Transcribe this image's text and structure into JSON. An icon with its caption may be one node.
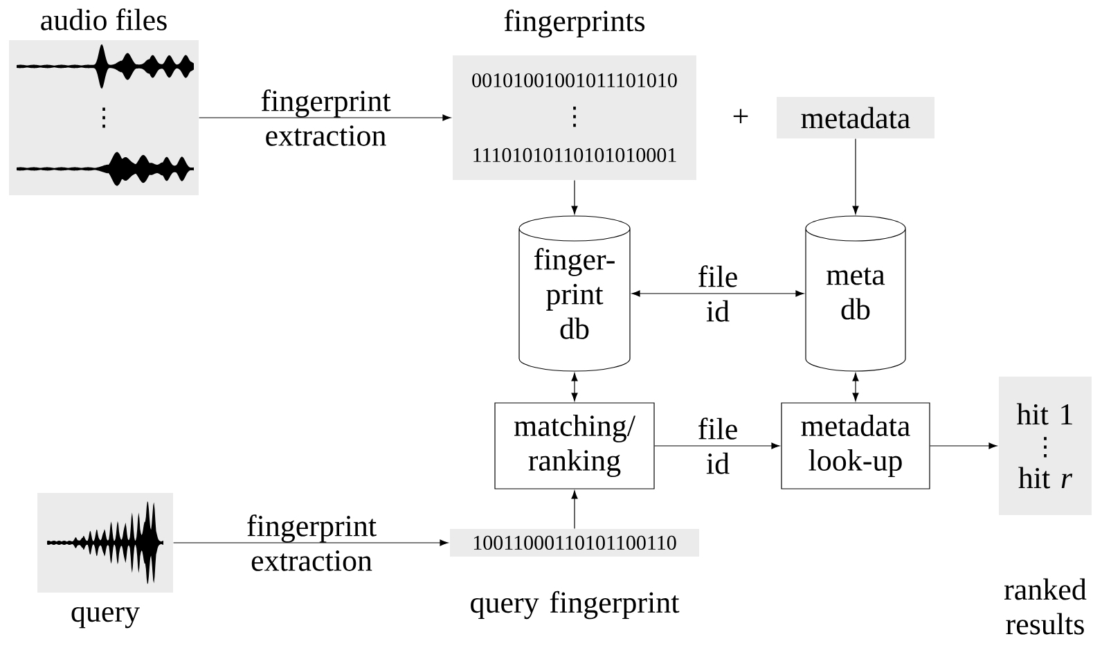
{
  "diagram": {
    "nodes": [
      {
        "text": [
          "audio files",
          "⋮"
        ]
      },
      {
        "text": [
          "fingerprints",
          "00101001001011101010",
          "⋮",
          "11101010110101010001"
        ]
      },
      {
        "text": [
          "metadata"
        ]
      },
      {
        "text": [
          "finger- print db"
        ]
      },
      {
        "text": [
          "meta db"
        ]
      },
      {
        "text": [
          "matching/ ranking"
        ]
      },
      {
        "text": [
          "metadata look-up"
        ]
      },
      {
        "text": [
          "hit 1",
          "⋮",
          "hit *r*"
        ],
        "beside": [
          "ranked results"
        ]
      },
      {
        "text": [
          "query"
        ]
      },
      {
        "text": [
          "10011000110101100110"
        ],
        "beside": [
          "query fingerprint"
        ]
      }
    ],
    "edges": [
      {
        "from": 0,
        "to": 1,
        "arrow": "to",
        "label": "fingerprint extraction"
      },
      {
        "from": 1,
        "to": 3,
        "arrow": "to"
      },
      {
        "from": 2,
        "to": 4,
        "arrow": "to"
      },
      {
        "from": 3,
        "to": 4,
        "arrow": "both",
        "label": "file id"
      },
      {
        "from": 3,
        "to": 5,
        "arrow": "both"
      },
      {
        "from": 4,
        "to": 6,
        "arrow": "both"
      },
      {
        "from": 5,
        "to": 6,
        "arrow": "to",
        "label": "file id"
      },
      {
        "from": 6,
        "to": 7,
        "arrow": "to"
      },
      {
        "from": 8,
        "to": 9,
        "arrow": "to",
        "label": "fingerprint extraction"
      },
      {
        "from": 9,
        "to": 5,
        "arrow": "to"
      }
    ],
    "labels": [
      "+"
    ]
  }
}
